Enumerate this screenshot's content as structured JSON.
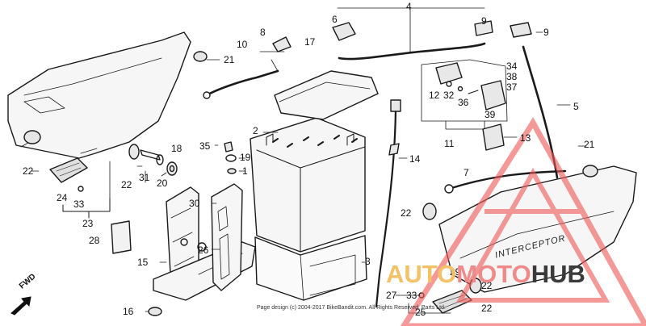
{
  "diagram": {
    "callouts": [
      {
        "id": "4",
        "text": "4"
      },
      {
        "id": "6",
        "text": "6"
      },
      {
        "id": "9a",
        "text": "9"
      },
      {
        "id": "8",
        "text": "8"
      },
      {
        "id": "10",
        "text": "10"
      },
      {
        "id": "9b",
        "text": "9"
      },
      {
        "id": "21a",
        "text": "21"
      },
      {
        "id": "17",
        "text": "17"
      },
      {
        "id": "34",
        "text": "34"
      },
      {
        "id": "38",
        "text": "38"
      },
      {
        "id": "37",
        "text": "37"
      },
      {
        "id": "12",
        "text": "12"
      },
      {
        "id": "32",
        "text": "32"
      },
      {
        "id": "36",
        "text": "36"
      },
      {
        "id": "39",
        "text": "39"
      },
      {
        "id": "5",
        "text": "5"
      },
      {
        "id": "2",
        "text": "2"
      },
      {
        "id": "11",
        "text": "11"
      },
      {
        "id": "13",
        "text": "13"
      },
      {
        "id": "35",
        "text": "35"
      },
      {
        "id": "19",
        "text": "19"
      },
      {
        "id": "18",
        "text": "18"
      },
      {
        "id": "14",
        "text": "14"
      },
      {
        "id": "21b",
        "text": "21"
      },
      {
        "id": "1",
        "text": "1"
      },
      {
        "id": "22a",
        "text": "22"
      },
      {
        "id": "31",
        "text": "31"
      },
      {
        "id": "20",
        "text": "20"
      },
      {
        "id": "7",
        "text": "7"
      },
      {
        "id": "24",
        "text": "24"
      },
      {
        "id": "33a",
        "text": "33"
      },
      {
        "id": "30",
        "text": "30"
      },
      {
        "id": "22b",
        "text": "22"
      },
      {
        "id": "22c",
        "text": "22"
      },
      {
        "id": "23",
        "text": "23"
      },
      {
        "id": "28",
        "text": "28"
      },
      {
        "id": "26",
        "text": "26"
      },
      {
        "id": "15",
        "text": "15"
      },
      {
        "id": "3",
        "text": "3"
      },
      {
        "id": "29",
        "text": "29"
      },
      {
        "id": "27",
        "text": "27"
      },
      {
        "id": "33b",
        "text": "33"
      },
      {
        "id": "25",
        "text": "25"
      },
      {
        "id": "22d",
        "text": "22"
      },
      {
        "id": "16",
        "text": "16"
      },
      {
        "id": "22e",
        "text": "22"
      }
    ],
    "fwd_label": "FWD",
    "side_cover_logo": "INTERCEPTOR",
    "copyright": "Page design (c) 2004-2017 BikeBandit.com. All Rights Reserved. Parts Ltd.",
    "watermark": {
      "part_a": "AUTO",
      "part_b": "MOTO",
      "part_c": "HUB"
    }
  }
}
